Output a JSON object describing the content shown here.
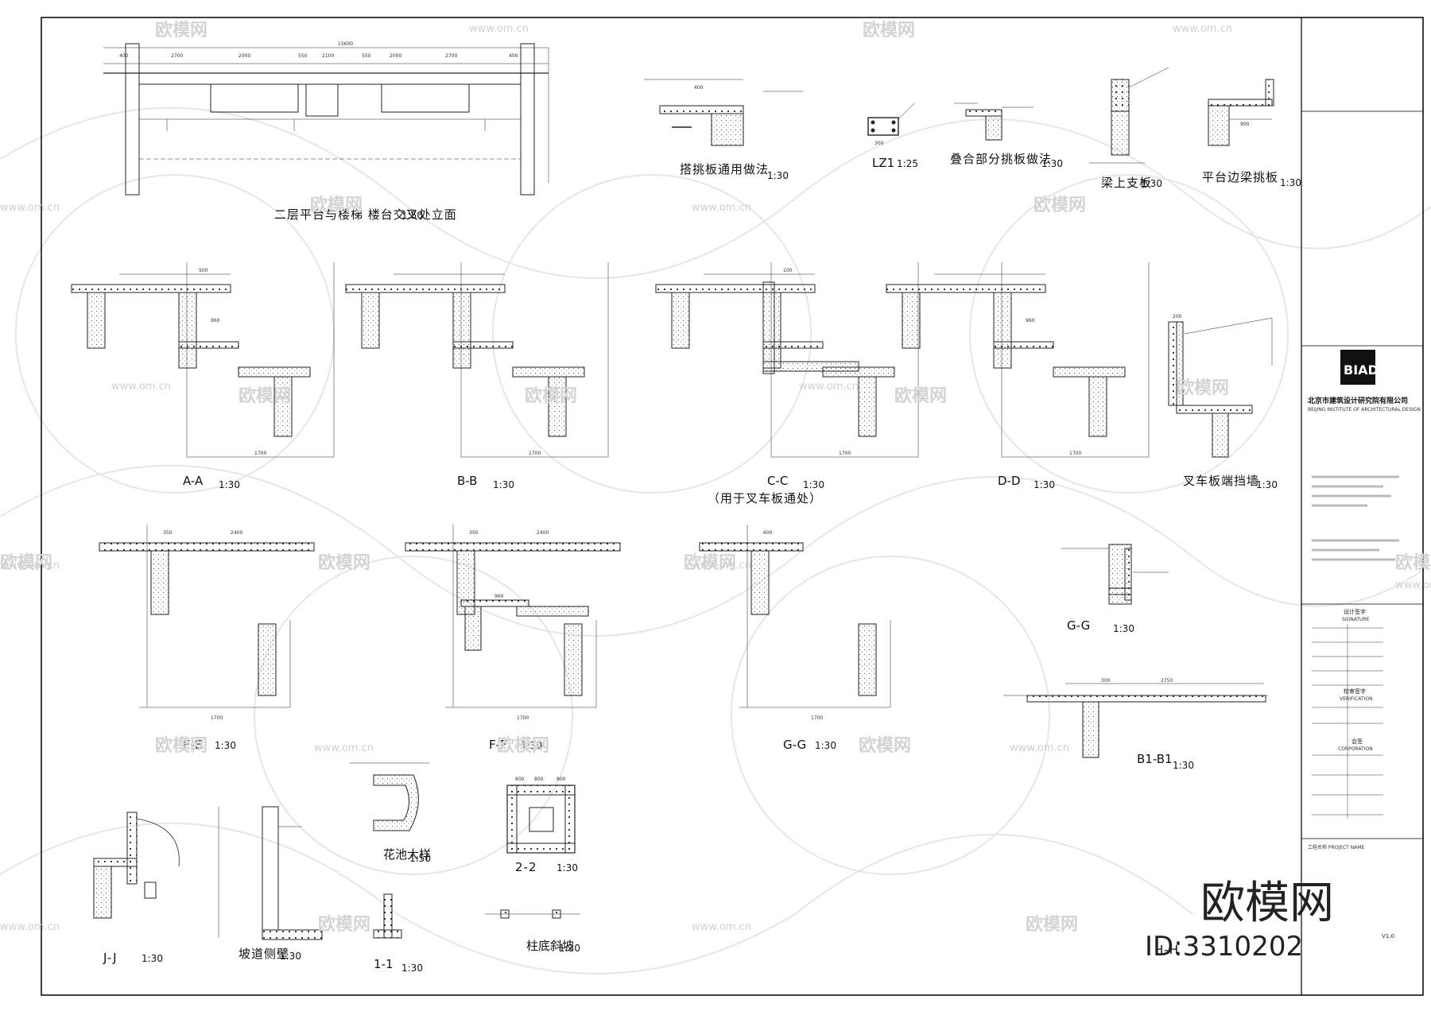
{
  "details": [
    {
      "id": "stair-elev",
      "title": "二层平台与楼梯 楼台交叉处立面",
      "scale": "1:50"
    },
    {
      "id": "cantilever",
      "title": "搭挑板通用做法",
      "scale": "1:30"
    },
    {
      "id": "lz1",
      "title": "LZ1",
      "scale": "1:25"
    },
    {
      "id": "laminated",
      "title": "叠合部分挑板做法",
      "scale": "1:30"
    },
    {
      "id": "beam-slab",
      "title": "梁上支板",
      "scale": "1:30"
    },
    {
      "id": "platform",
      "title": "平台边梁挑板",
      "scale": "1:30"
    },
    {
      "id": "AA",
      "title": "A-A",
      "scale": "1:30"
    },
    {
      "id": "BB",
      "title": "B-B",
      "scale": "1:30"
    },
    {
      "id": "CC",
      "title": "C-C",
      "scale": "1:30",
      "note": "（用于叉车板通处）"
    },
    {
      "id": "DD",
      "title": "D-D",
      "scale": "1:30"
    },
    {
      "id": "forklift",
      "title": "叉车板端挡墙",
      "scale": "1:30"
    },
    {
      "id": "EE",
      "title": "E-E",
      "scale": "1:30"
    },
    {
      "id": "FF",
      "title": "F-F",
      "scale": "1:30"
    },
    {
      "id": "GG",
      "title": "G-G",
      "scale": "1:30"
    },
    {
      "id": "B1B1",
      "title": "B1-B1",
      "scale": "1:30"
    },
    {
      "id": "JJ",
      "title": "J-J",
      "scale": "1:30"
    },
    {
      "id": "slope",
      "title": "坡道侧壁",
      "scale": "1:30"
    },
    {
      "id": "planter",
      "title": "花池大样",
      "scale": "1:50"
    },
    {
      "id": "s11",
      "title": "1-1",
      "scale": "1:30"
    },
    {
      "id": "s22",
      "title": "2-2",
      "scale": "1:30"
    },
    {
      "id": "column",
      "title": "柱底斜坡",
      "scale": "1:30"
    },
    {
      "id": "HH",
      "title": "H-H",
      "scale": "1:30"
    },
    {
      "id": "node",
      "title": "节点大样图",
      "scale": ""
    }
  ],
  "dimensions": {
    "span": "1700",
    "elev_total": "15600",
    "elev_segments": [
      "400",
      "2700",
      "2000",
      "550",
      "2100",
      "550",
      "2000",
      "2700",
      "400"
    ],
    "cantilever": "400",
    "lz1": "300",
    "platform": "900",
    "AA_top": "500",
    "AA_mid": "960",
    "CC_top": "100",
    "DD_top": "960",
    "forklift": "200",
    "EE_a": "350",
    "EE_b": "2400",
    "FF_a": "350",
    "FF_b": "2400",
    "FF_c": "960",
    "GG_a": "600",
    "JJ_a": "300",
    "JJ_b": "2750",
    "col": [
      "800",
      "800",
      "800"
    ]
  },
  "title_block": {
    "logo": "BIAD",
    "company_cn": "北京市建筑设计研究院有限公司",
    "company_en": "BEIJING INSTITUTE OF ARCHITECTURAL DESIGN",
    "sign_header": "设计签字",
    "sign_header_en": "SIGNATURE",
    "verify_header": "校审签字",
    "verify_header_en": "VERIFICATION",
    "coop_header": "会签",
    "coop_header_en": "CORPORATION",
    "project_label": "工程名称 PROJECT NAME",
    "version": "V1.0"
  },
  "watermark": {
    "brand": "欧模网",
    "url": "www.om.cn",
    "big_brand": "欧模网",
    "id": "ID:3310202"
  }
}
